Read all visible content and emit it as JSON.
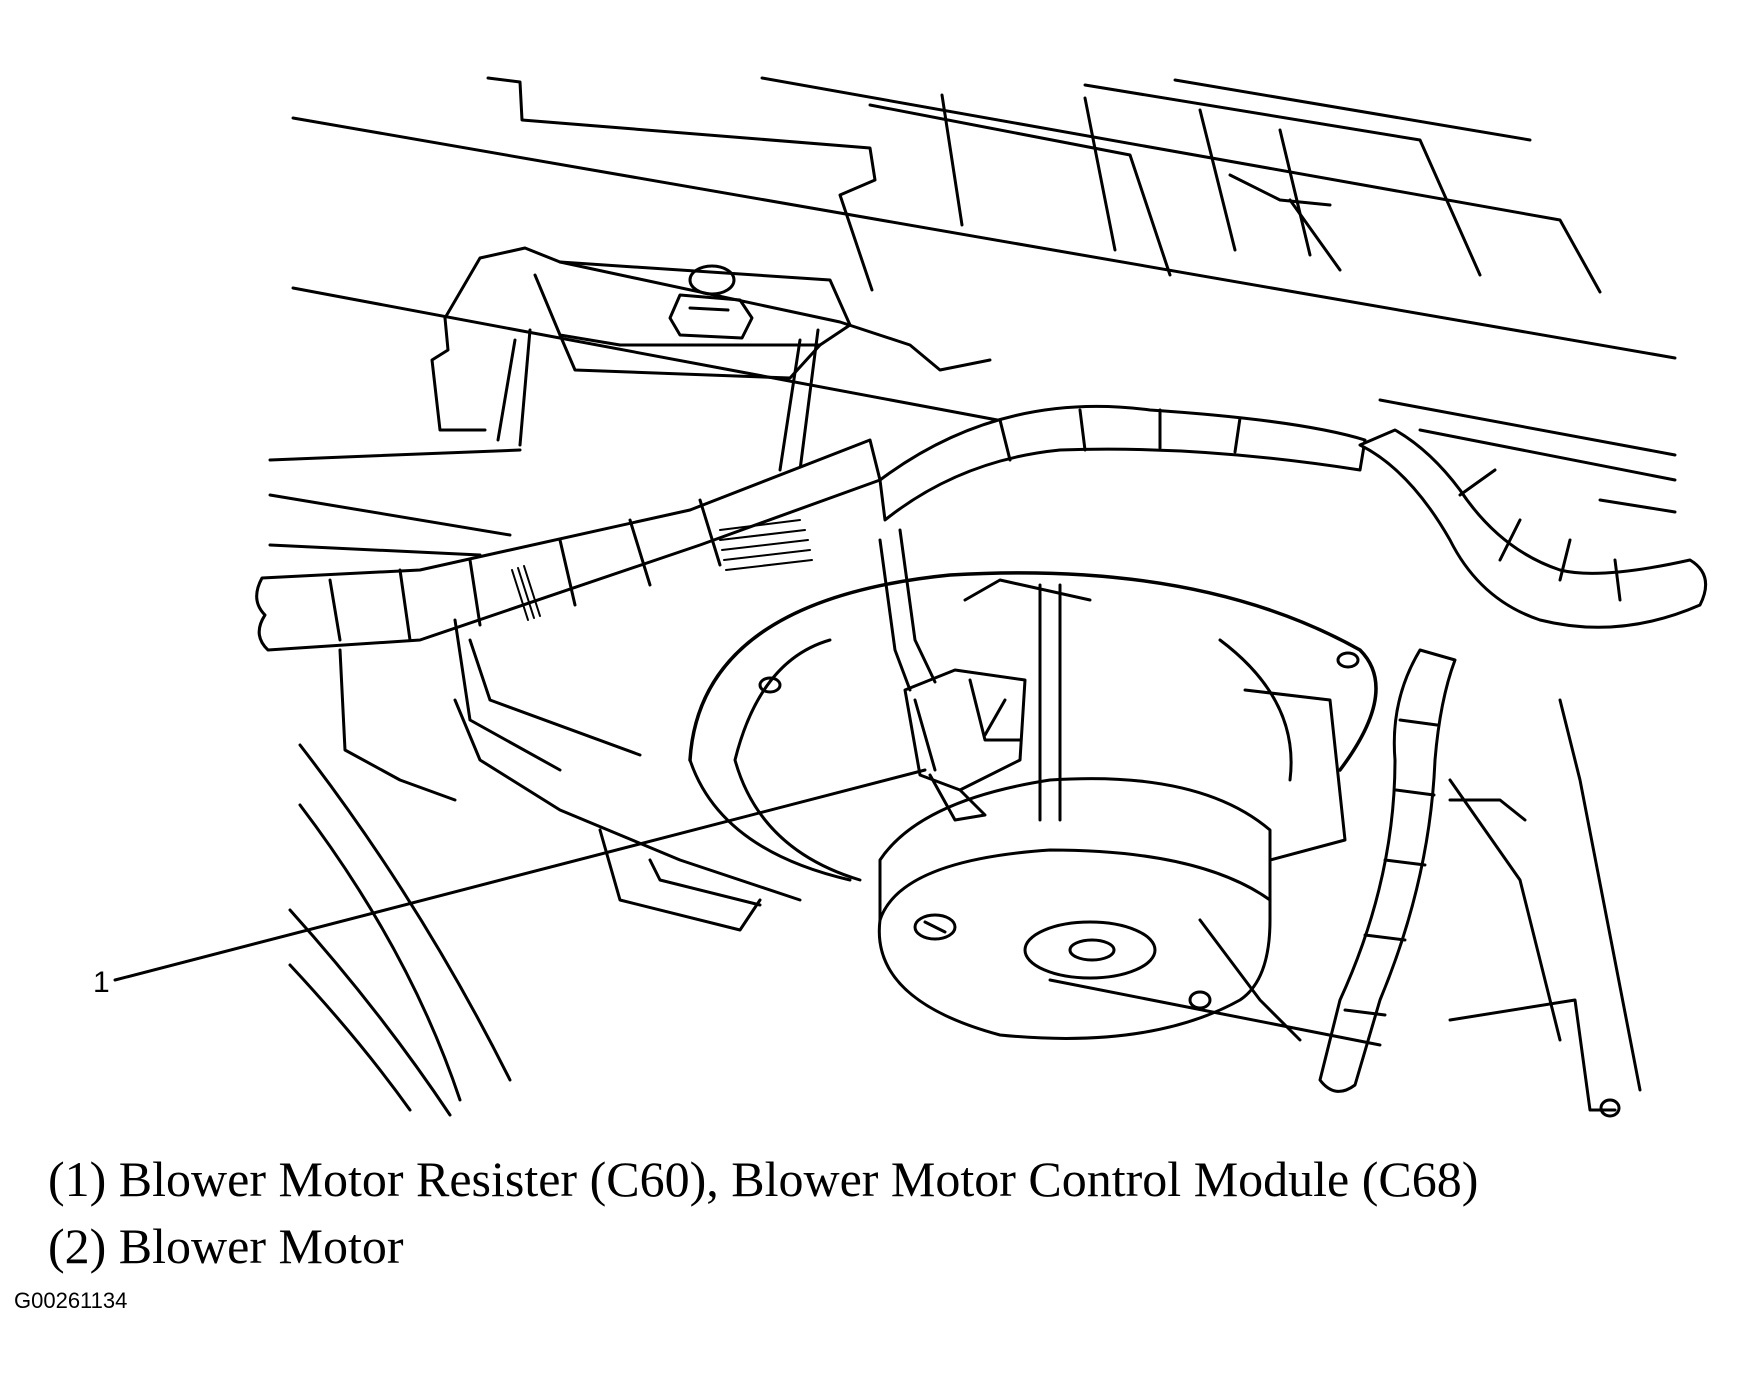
{
  "diagram": {
    "callout_number": "1"
  },
  "legend": [
    {
      "label": "(1) Blower Motor Resister (C60), Blower Motor Control Module (C68)"
    },
    {
      "label": "(2) Blower Motor"
    }
  ],
  "figure_id": "G00261134"
}
